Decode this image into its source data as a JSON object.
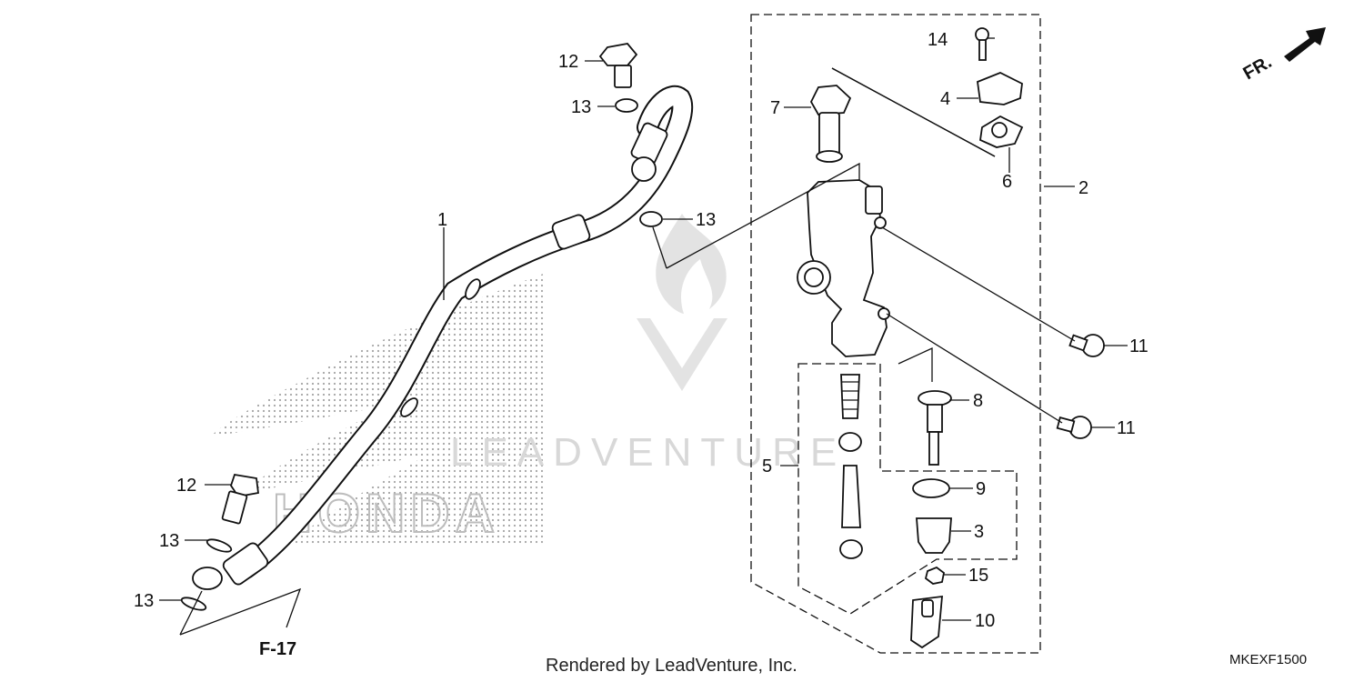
{
  "diagram": {
    "code": "MKEXF1500",
    "front_arrow_label": "FR.",
    "ref_label": "F-17",
    "credit": "Rendered by LeadVenture, Inc.",
    "watermark": "LEADVENTURE",
    "brand_watermark": "HONDA",
    "part_labels": {
      "p1": "1",
      "p2": "2",
      "p3": "3",
      "p4": "4",
      "p5": "5",
      "p6": "6",
      "p7": "7",
      "p8": "8",
      "p9": "9",
      "p10": "10",
      "p11a": "11",
      "p11b": "11",
      "p12a": "12",
      "p12b": "12",
      "p13a": "13",
      "p13b": "13",
      "p13c": "13",
      "p13d": "13",
      "p14": "14",
      "p15": "15"
    }
  }
}
